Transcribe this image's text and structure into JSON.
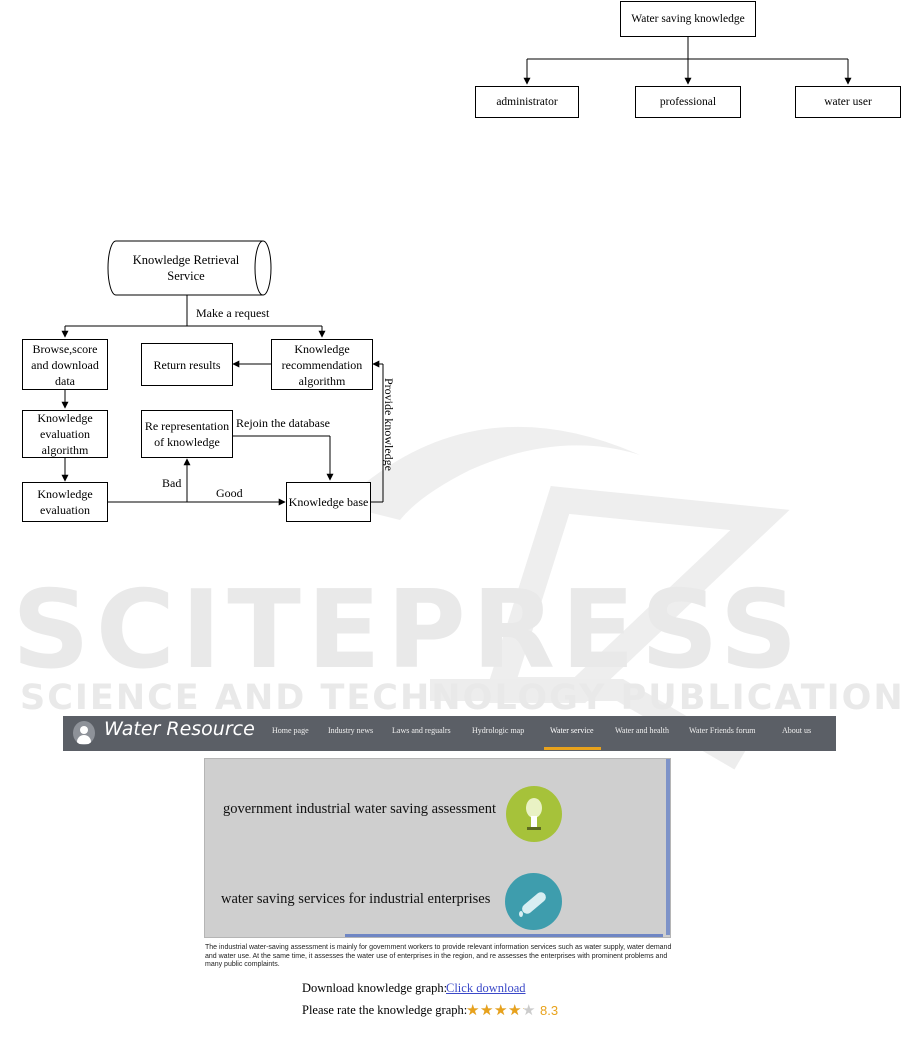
{
  "top_diagram": {
    "root": "Water saving knowledge",
    "children": [
      "administrator",
      "professional",
      "water user"
    ]
  },
  "flow_diagram": {
    "service": "Knowledge Retrieval Service",
    "request_label": "Make a request",
    "browse": "Browse,score and download data",
    "return_results": "Return results",
    "recommendation": "Knowledge recommendation algorithm",
    "evaluation_algorithm": "Knowledge evaluation algorithm",
    "re_representation": "Re representation of knowledge",
    "rejoin_label": "Rejoin the database",
    "evaluation": "Knowledge evaluation",
    "knowledge_base": "Knowledge base",
    "bad_label": "Bad",
    "good_label": "Good",
    "provide_label": "Provide knowledge"
  },
  "watermark": {
    "brand": "SCITEPRESS",
    "tagline": "SCIENCE AND TECHNOLOGY PUBLICATIONS"
  },
  "site": {
    "title": "Water Resource",
    "nav": [
      "Home page",
      "Industry news",
      "Laws and regualrs",
      "Hydrologic map",
      "Water service",
      "Water and health",
      "Water Friends forum",
      "About us"
    ],
    "active_nav": "Water service",
    "services": [
      "government industrial water saving assessment",
      "water saving services for industrial enterprises"
    ],
    "description": "The industrial water-saving assessment is mainly for government workers to provide relevant information services such as water supply, water demand and water use. At the same time, it assesses the water use of enterprises in the region, and re assesses the enterprises with prominent problems and many public complaints.",
    "download_label": "Download knowledge graph:",
    "download_link": "Click download",
    "rate_label": "Please rate the knowledge graph:",
    "rating": 8.3,
    "rating_text": "8.3",
    "accent_color": "#e8a21c",
    "icons": [
      "user-avatar-icon",
      "tree-bulb-icon",
      "water-bottle-icon",
      "star-icon"
    ]
  }
}
